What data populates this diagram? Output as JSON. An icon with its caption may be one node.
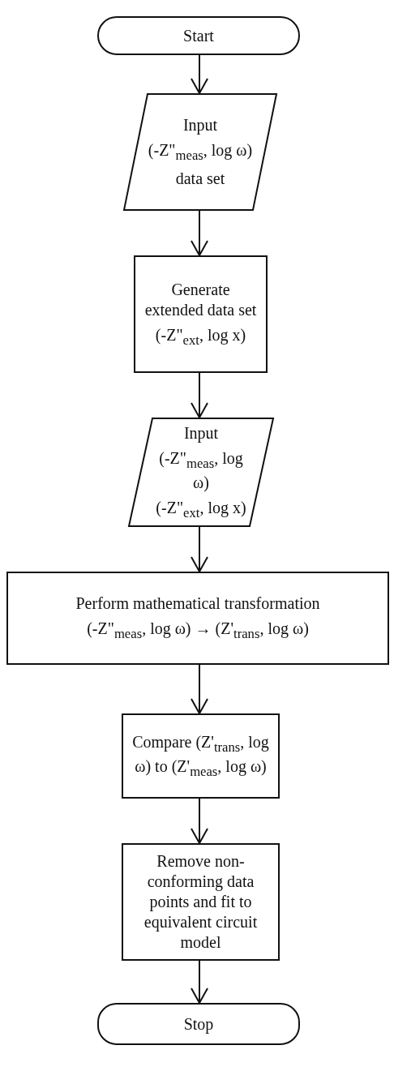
{
  "diagram": {
    "nodes": [
      {
        "text": [
          "Start"
        ]
      },
      {
        "text": [
          "Input",
          "(-Z\"$_{meas}$, log  ω)",
          "data set"
        ]
      },
      {
        "text": [
          "Generate extended data set",
          "(-Z\"$_{ext}$, log x)"
        ]
      },
      {
        "text": [
          "Input",
          "(-Z\"$_{meas}$, log  ω)",
          "(-Z\"$_{ext}$, log x)"
        ]
      },
      {
        "text": [
          "Perform mathematical transformation",
          "(-Z\"$_{meas}$, log  ω) → (Z'$_{trans}$, log  ω)"
        ]
      },
      {
        "text": [
          "Compare (Z'$_{trans}$, log  ω) to  (Z'$_{meas}$, log  ω)"
        ]
      },
      {
        "text": [
          "Remove non-conforming data points and fit to equivalent circuit model"
        ]
      },
      {
        "text": [
          "Stop"
        ]
      }
    ],
    "edges": [
      {
        "from": 0,
        "to": 1,
        "arrow": "to"
      },
      {
        "from": 1,
        "to": 2,
        "arrow": "to"
      },
      {
        "from": 2,
        "to": 3,
        "arrow": "to"
      },
      {
        "from": 3,
        "to": 4,
        "arrow": "to"
      },
      {
        "from": 4,
        "to": 5,
        "arrow": "to"
      },
      {
        "from": 5,
        "to": 6,
        "arrow": "to"
      },
      {
        "from": 6,
        "to": 7,
        "arrow": "to"
      }
    ]
  }
}
